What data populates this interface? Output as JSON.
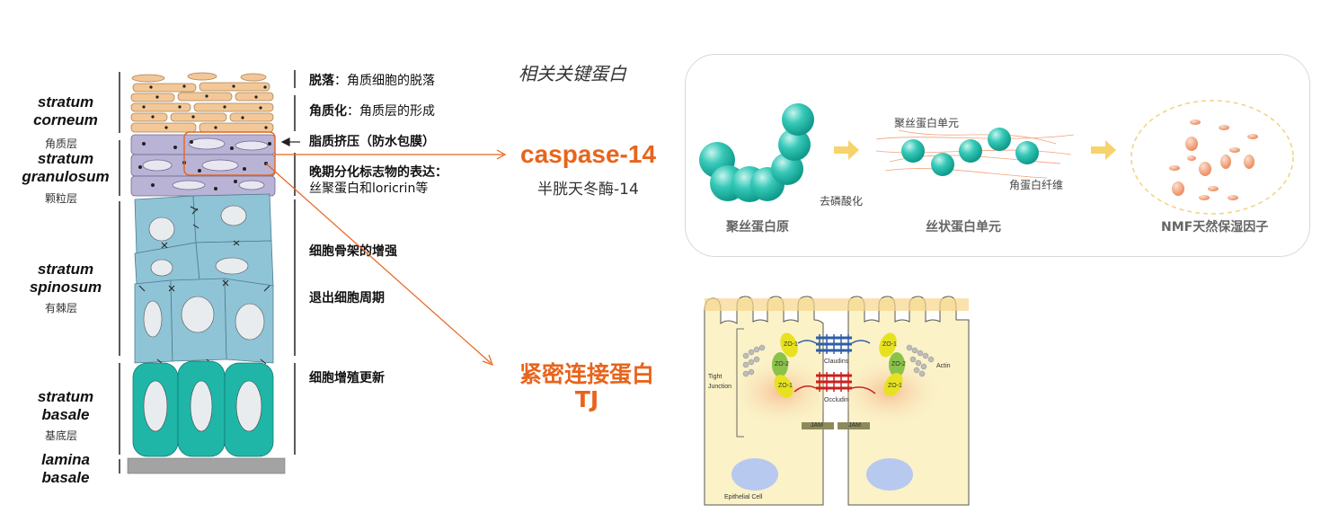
{
  "layers": [
    {
      "en_lines": [
        "stratum",
        "corneum"
      ],
      "zh": "角质层"
    },
    {
      "en_lines": [
        "stratum",
        "granulosum"
      ],
      "zh": "颗粒层"
    },
    {
      "en_lines": [
        "stratum",
        "spinosum"
      ],
      "zh": "有棘层"
    },
    {
      "en_lines": [
        "stratum",
        "basale"
      ],
      "zh": "基底层"
    },
    {
      "en_lines": [
        "lamina",
        "basale"
      ],
      "zh": ""
    }
  ],
  "annotations": {
    "desquamation_bold": "脱落",
    "desquamation_rest": "：角质细胞的脱落",
    "keratinization_bold": "角质化",
    "keratinization_rest": "：角质层的形成",
    "lipid": "脂质挤压（防水包膜）",
    "late_diff_line1": "晚期分化标志物的表达：",
    "late_diff_line2": "丝聚蛋白和loricrin等",
    "cytoskeleton": "细胞骨架的增强",
    "exit_cycle": "退出细胞周期",
    "proliferation": "细胞增殖更新"
  },
  "proteins": {
    "title": "相关关键蛋白",
    "caspase_name": "caspase-14",
    "caspase_desc": "半胱天冬酶-14",
    "tj_name": "紧密连接蛋白",
    "tj_abbr": "TJ"
  },
  "filaggrin": {
    "profilaggrin": "聚丝蛋白原",
    "dephosphorylation": "去磷酸化",
    "monomer_label": "聚丝蛋白单元",
    "keratin_fiber": "角蛋白纤维",
    "filaggrin_monomer": "丝状蛋白单元",
    "nmf": "NMF天然保湿因子"
  },
  "tj_diagram": {
    "tight_junction_line1": "Tight",
    "tight_junction_line2": "Junction",
    "claudins": "Claudins",
    "occludin": "Occludin",
    "jam_left": "JAM",
    "jam_right": "JAM",
    "zo1": "ZO-1",
    "zo2": "ZO-2",
    "actin": "Actin",
    "epithelial_cell": "Epithelial Cell"
  },
  "colors": {
    "accent_orange": "#e8641c",
    "corneum": "#f3c796",
    "granulosum": "#b9b3d6",
    "spinosum": "#8fc3d6",
    "basale": "#1fb6a8",
    "teal_sphere": "#2ec3b3",
    "nmf_dot": "#f0a07a"
  }
}
